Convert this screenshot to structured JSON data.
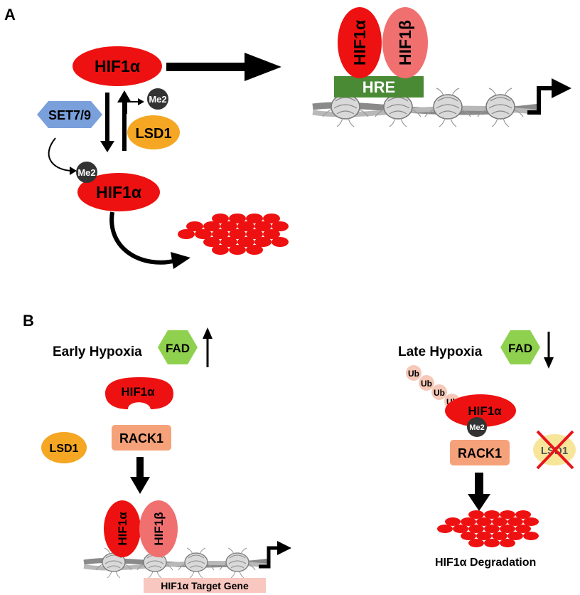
{
  "panel_a": {
    "label": "A",
    "hif1a_top": "HIF1α",
    "hif1a_bottom": "HIF1α",
    "set7_9": "SET7/9",
    "lsd1": "LSD1",
    "me2_upper": "Me2",
    "me2_lower": "Me2",
    "dna_hif1a": "HIF1α",
    "dna_hif1b": "HIF1β",
    "hre": "HRE"
  },
  "panel_b": {
    "label": "B",
    "early": {
      "title": "Early Hypoxia",
      "fad": "FAD",
      "fad_trend": "up",
      "hif1a": "HIF1α",
      "rack1": "RACK1",
      "lsd1": "LSD1",
      "dna_hif1a": "HIF1α",
      "dna_hif1b": "HIF1β",
      "target_gene": "HIF1α Target Gene"
    },
    "late": {
      "title": "Late Hypoxia",
      "fad": "FAD",
      "fad_trend": "down",
      "ub": [
        "Ub",
        "Ub",
        "Ub",
        "Ub"
      ],
      "hif1a": "HIF1α",
      "me2": "Me2",
      "rack1": "RACK1",
      "lsd1": "LSD1",
      "degradation": "HIF1α Degradation"
    }
  },
  "colors": {
    "hif1a_red": "#ee1111",
    "hif1b_pink": "#f07070",
    "set7_blue": "#7aa0dc",
    "lsd1_orange": "#f5a623",
    "fad_green": "#8fd14f",
    "hre_green": "#4a8a35",
    "rack1_peach": "#f5a27a",
    "me2_dark": "#333333",
    "ub_pink": "#f6c8b8",
    "cross_red": "#e8141c"
  }
}
